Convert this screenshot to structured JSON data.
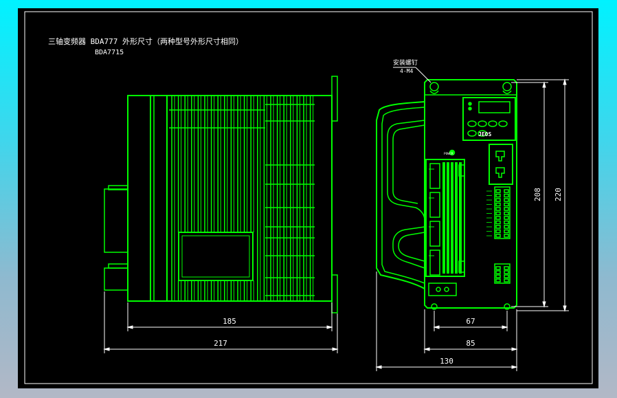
{
  "title": {
    "line1": "三轴变频器 BDA777  外形尺寸（两种型号外形尺寸相同）",
    "line2": "BDA7715"
  },
  "annotations": {
    "mount_screw": "安装螺钉",
    "mount_screw_spec": "4-M4",
    "power_label": "POWER",
    "brand": "JEOS"
  },
  "dimensions": {
    "d185": "185",
    "d217": "217",
    "d67": "67",
    "d85": "85",
    "d130": "130",
    "d208": "208",
    "d220": "220"
  },
  "colors": {
    "line": "#00ff00",
    "text": "#ffffff",
    "background": "#000000",
    "frame_gradient_top": "#00f2ff",
    "frame_gradient_bottom": "#b2b8c6"
  }
}
